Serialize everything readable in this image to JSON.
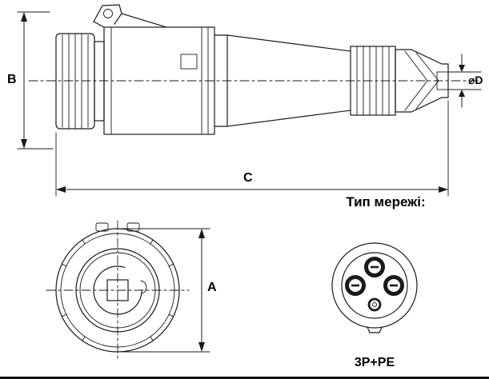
{
  "drawing_labels": {
    "dim_b": "B",
    "dim_a": "A",
    "dim_c": "C",
    "dim_d": "⌀D",
    "network_type_title": "Тип мережі:",
    "network_type_value": "3P+PE"
  },
  "colors": {
    "line": "#1a1a1a",
    "background": "#ffffff"
  }
}
